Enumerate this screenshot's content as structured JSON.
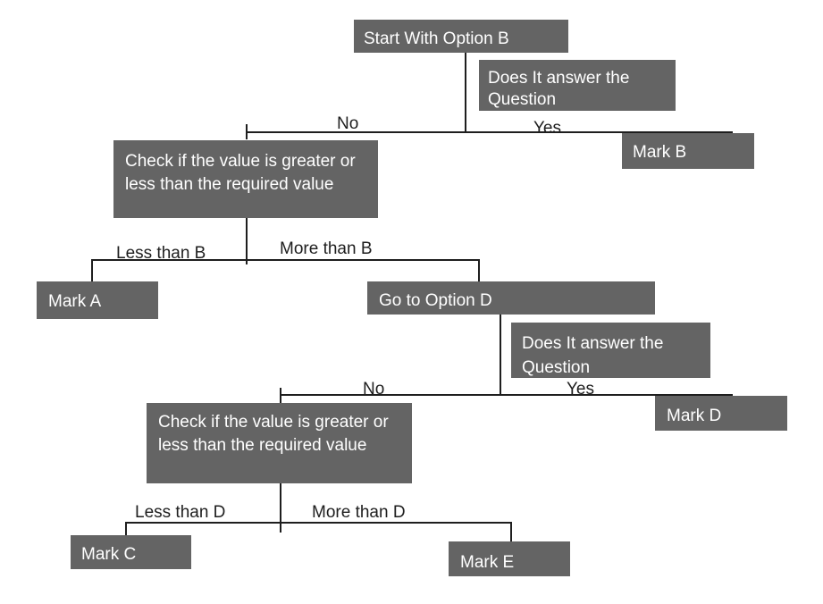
{
  "nodes": {
    "start_b": "Start With Option B",
    "question_b": "Does It answer the Question",
    "mark_b": "Mark B",
    "check_b": "Check if the value is greater or less than the required value",
    "mark_a": "Mark A",
    "goto_d": "Go to Option D",
    "question_d": "Does It answer the Question",
    "mark_d": "Mark D",
    "check_d": "Check if the value is greater or less than the required value",
    "mark_c": "Mark C",
    "mark_e": "Mark E"
  },
  "edges": {
    "no_1": "No",
    "yes_1": "Yes",
    "less_b": "Less than B",
    "more_b": "More than B",
    "no_2": "No",
    "yes_2": "Yes",
    "less_d": "Less than D",
    "more_d": "More than D"
  },
  "colors": {
    "node_fill": "#646464",
    "node_text": "#ffffff",
    "line": "#1e1e1e"
  }
}
